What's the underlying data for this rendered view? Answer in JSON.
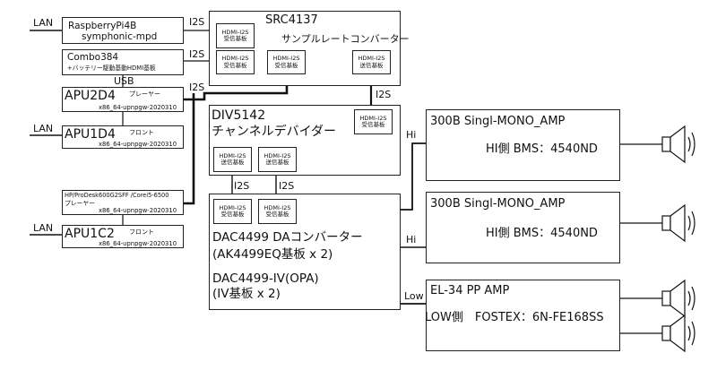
{
  "sources": {
    "rpi": {
      "title": "RaspberryPi4B",
      "sub": "symphonic-mpd"
    },
    "combo": {
      "title": "Combo384",
      "sub": "+バッテリー駆動基動HDMI基板"
    },
    "apu2d4": {
      "title": "APU2D4",
      "role": "プレーヤー",
      "os": "x86_64-upnpgw-2020310"
    },
    "apu1d4": {
      "title": "APU1D4",
      "role": "フロント",
      "os": "x86_64-upnpgw-2020310"
    },
    "hp": {
      "title": "HP/ProDesk600G2SFF /Corei5-6500",
      "role": "プレーヤー",
      "os": "x86_64-upnpgw-2020310"
    },
    "apu1c2": {
      "title": "APU1C2",
      "role": "フロント",
      "os": "x86_64-upnpgw-2020310"
    }
  },
  "src": {
    "title": "SRC4137",
    "subtitle": "サンプルレートコンバーター",
    "rx1": "HDMI-I2S\n受信基板",
    "rx2": "HDMI-I2S\n受信基板",
    "rx3": "HDMI-I2S\n受信基板",
    "tx": "HDMI-I2S\n送信基板"
  },
  "div": {
    "title": "DIV5142",
    "subtitle": "チャンネルデバイダー",
    "rx": "HDMI-I2S\n受信基板",
    "tx1": "HDMI-I2S\n送信基板",
    "tx2": "HDMI-I2S\n送信基板"
  },
  "dac": {
    "rx1": "HDMI-I2S\n受信基板",
    "rx2": "HDMI-I2S\n受信基板",
    "title": "DAC4499 DAコンバーター",
    "chip": "(AK4499EQ基板 x 2)",
    "iv_title": "DAC4499-IV(OPA)",
    "iv_sub": "(IV基板 x 2)"
  },
  "amps": {
    "amp1": {
      "title": "300B Singl-MONO_AMP",
      "speaker": "HI側 BMS：4540ND"
    },
    "amp2": {
      "title": "300B Singl-MONO_AMP",
      "speaker": "HI側 BMS：4540ND"
    },
    "amp3": {
      "title": "EL-34 PP AMP",
      "speaker": "LOW側　FOSTEX：6N-FE168SS"
    }
  },
  "links": {
    "lan": "LAN",
    "i2s": "I2S",
    "usb": "USB",
    "hi": "Hi",
    "low": "Low"
  }
}
